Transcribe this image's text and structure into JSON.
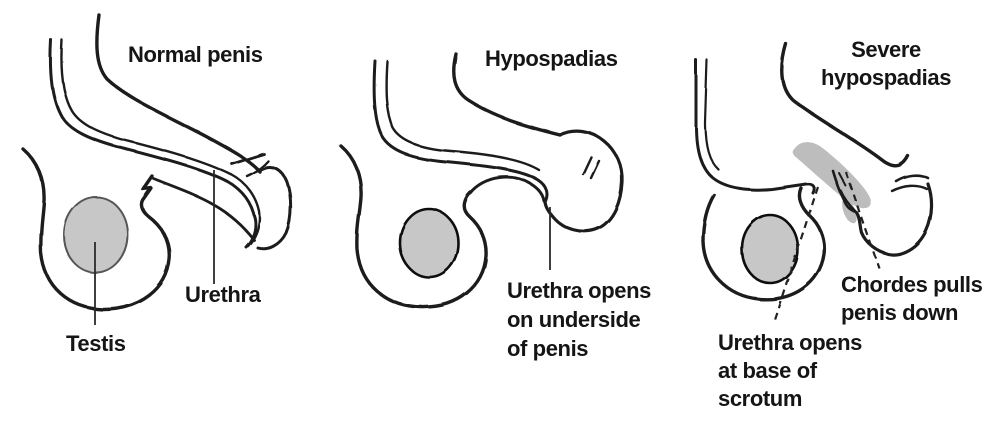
{
  "colors": {
    "ink": "#1b1b1b",
    "testis_fill": "#c7c7c7",
    "chordee_fill": "#bdbdbd",
    "background": "#ffffff"
  },
  "panels": [
    {
      "id": "normal",
      "title": "Normal penis",
      "labels": {
        "urethra": "Urethra",
        "testis": "Testis"
      }
    },
    {
      "id": "hypospadias",
      "title": "Hypospadias",
      "labels": {
        "urethra_opening": "Urethra opens\non underside\nof penis"
      }
    },
    {
      "id": "severe-hypospadias",
      "title": "Severe\nhypospadias",
      "labels": {
        "chordee": "Chordes pulls\npenis down",
        "urethra_opening": "Urethra opens\nat base of\nscrotum"
      }
    }
  ]
}
